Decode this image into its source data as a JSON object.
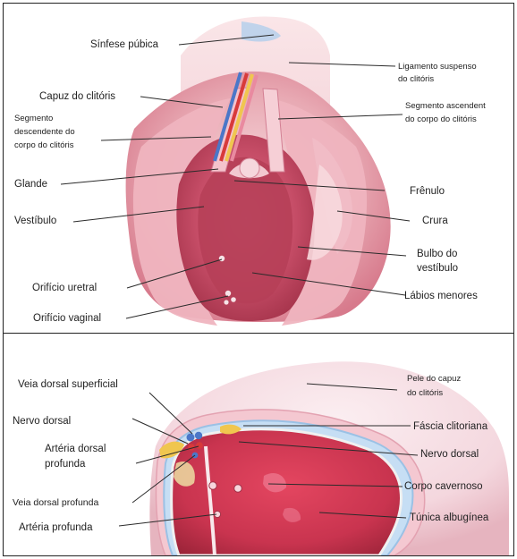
{
  "top": {
    "labels": {
      "sinfese_pubica": "Sínfese púbica",
      "ligamento_line1": "Ligamento suspenso",
      "ligamento_line2": "do clitóris",
      "capuz": "Capuz do clitóris",
      "segmento_asc_line1": "Segmento ascendent",
      "segmento_asc_line2": "do corpo do clitóris",
      "segmento_desc_line1": "Segmento",
      "segmento_desc_line2": "descendente do",
      "segmento_desc_line3": "corpo do clitóris",
      "glande": "Glande",
      "frenulo": "Frênulo",
      "vestibulo": "Vestíbulo",
      "crura": "Crura",
      "bulbo_line1": "Bulbo do",
      "bulbo_line2": "vestíbulo",
      "orificio_uretral": "Orifício uretral",
      "labios_menores": "Lábios menores",
      "orificio_vaginal": "Orifício vaginal"
    }
  },
  "bottom": {
    "labels": {
      "veia_dorsal_superficial": "Veia dorsal superficial",
      "pele_line1": "Pele do capuz",
      "pele_line2": "do clitóris",
      "nervo_dorsal_left": "Nervo dorsal",
      "fascia": "Fáscia clitoriana",
      "nervo_dorsal_right": "Nervo dorsal",
      "arteria_dorsal_line1": "Artéria dorsal",
      "arteria_dorsal_line2": "profunda",
      "corpo_cavernoso": "Corpo cavernoso",
      "veia_dorsal_profunda": "Veia dorsal profunda",
      "tunica": "Túnica albugínea",
      "arteria_profunda": "Artéria profunda"
    }
  },
  "colors": {
    "tissue_light": "#f3cfd2",
    "tissue_mid": "#e59aa5",
    "tissue_dark": "#c84f66",
    "tissue_deep": "#8d2237",
    "vein_blue": "#4b77c8",
    "artery_red": "#d83a3a",
    "nerve_yellow": "#f0c64f",
    "fascia_blue": "#a8c8e8",
    "skin_pink": "#f8e0e5"
  }
}
